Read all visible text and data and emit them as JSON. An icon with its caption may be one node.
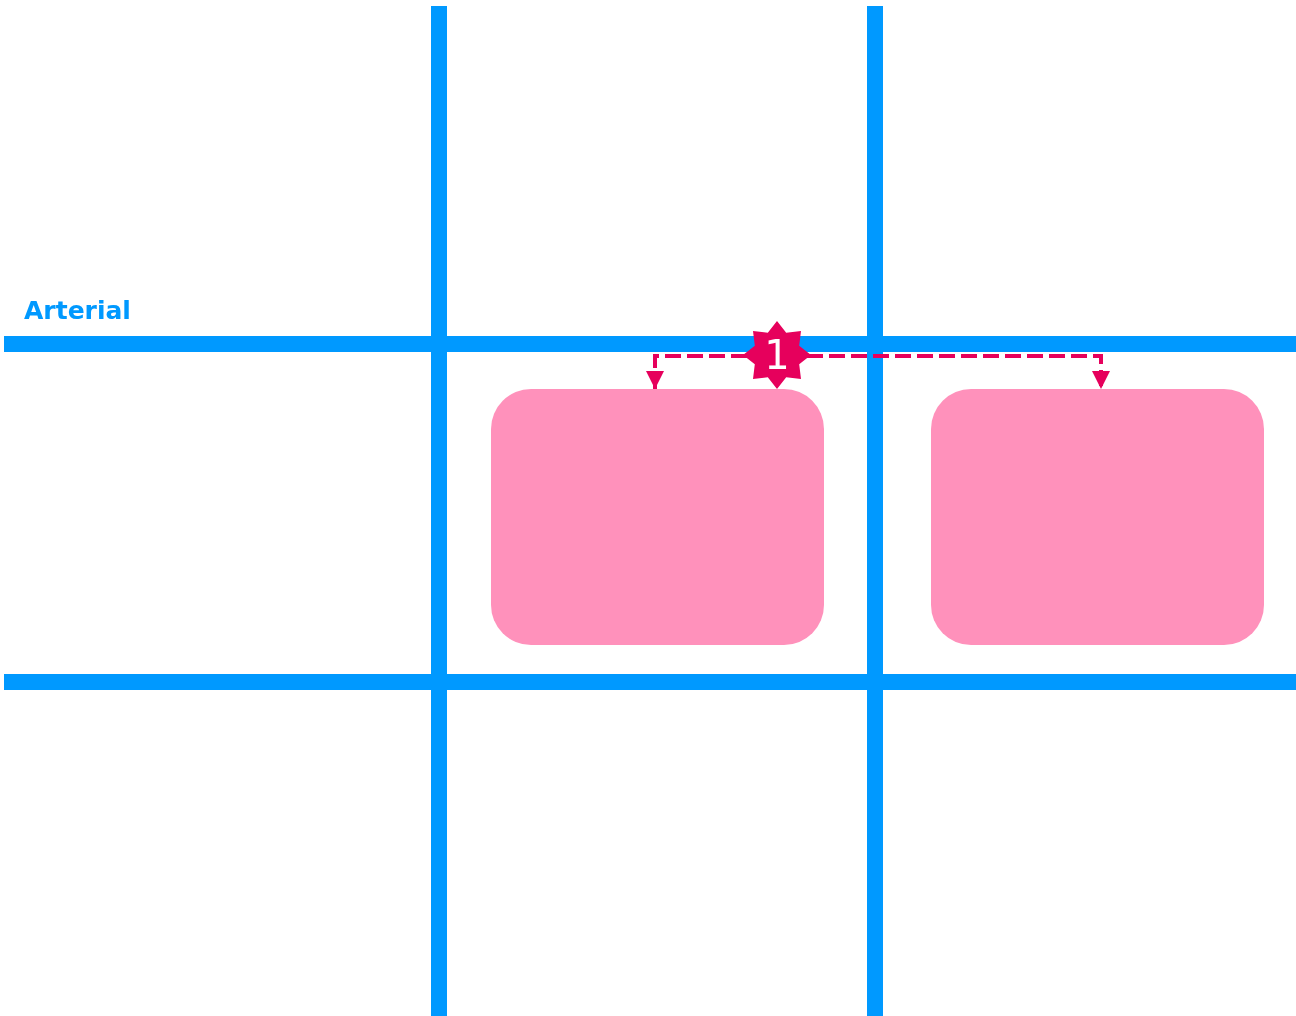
{
  "diagram": {
    "nodes": [
      {
        "text": [
          "1"
        ]
      },
      {
        "text": [],
        "shape": "box"
      },
      {
        "text": [],
        "shape": "box"
      }
    ],
    "edges": [
      {
        "from": 0,
        "to": 1,
        "arrow": "to",
        "style": "dashed"
      },
      {
        "from": 0,
        "to": 2,
        "arrow": "to",
        "style": "dashed"
      }
    ],
    "labels": [
      "Arterial"
    ]
  }
}
